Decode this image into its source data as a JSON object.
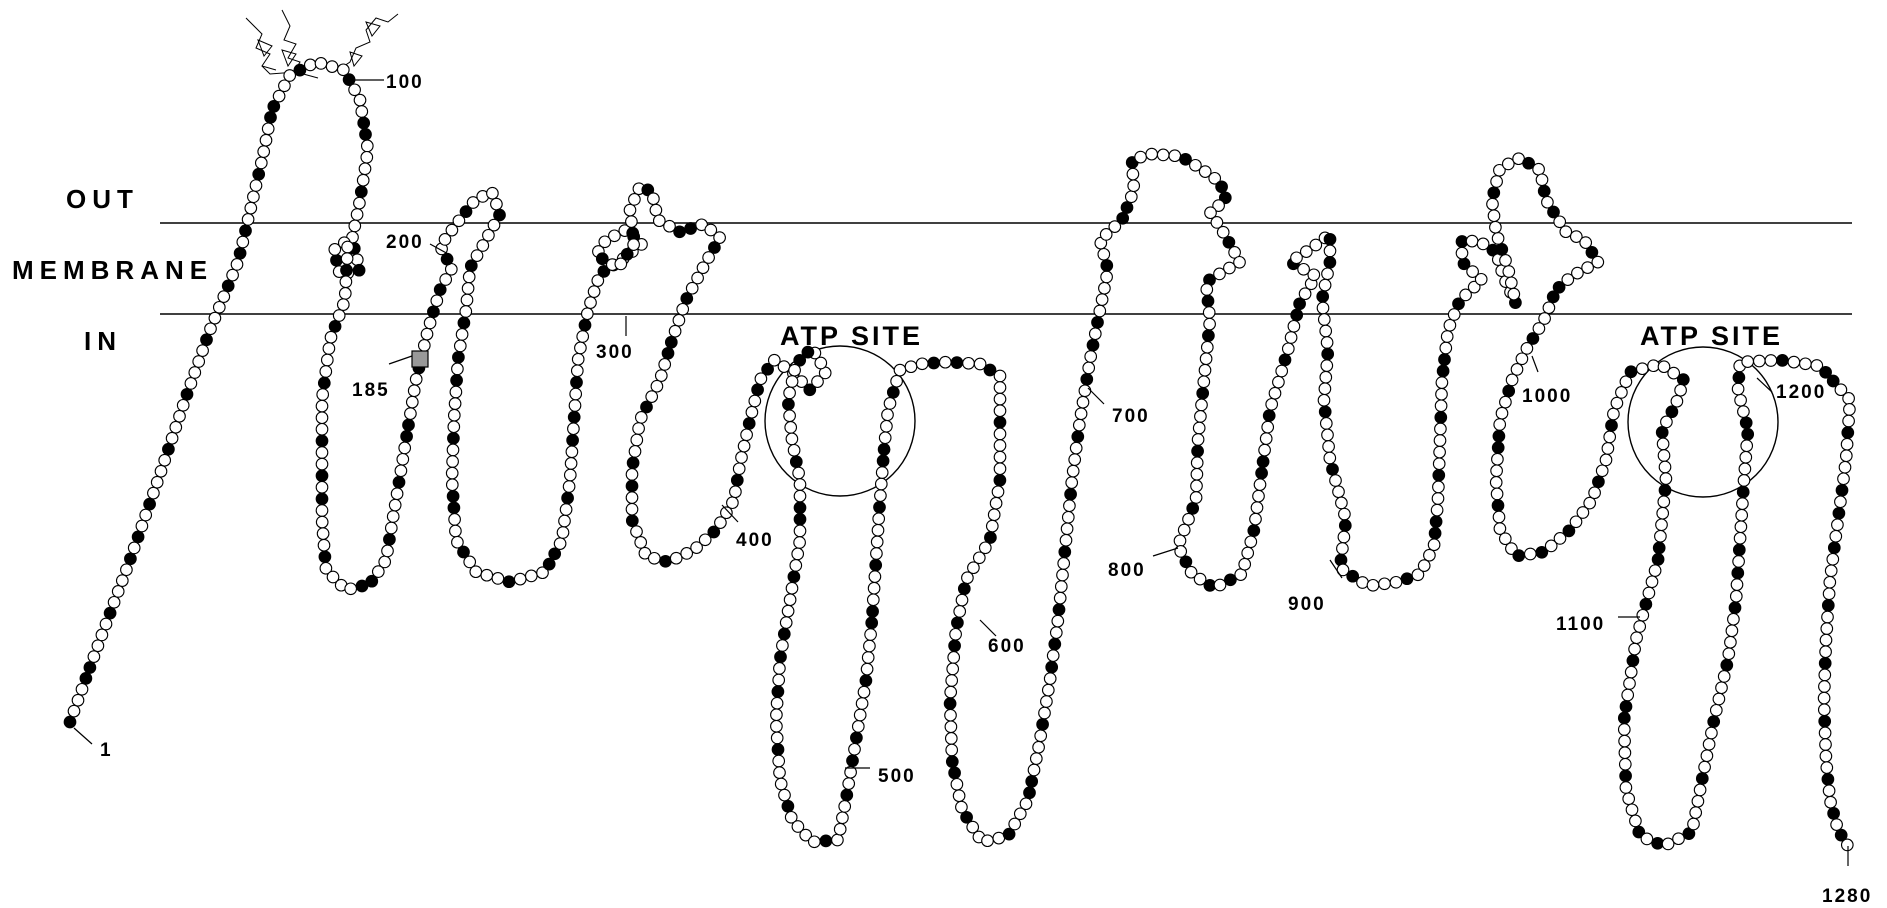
{
  "regions": {
    "out": "OUT",
    "membrane": "MEMBRANE",
    "in": "IN"
  },
  "atp_sites": [
    "ATP SITE",
    "ATP SITE"
  ],
  "residue_numbers": [
    "1",
    "100",
    "185",
    "200",
    "300",
    "400",
    "500",
    "600",
    "700",
    "800",
    "900",
    "1000",
    "1100",
    "1200",
    "1280"
  ],
  "colors": {
    "line": "#000000",
    "filled_residue": "#000000",
    "open_residue": "#ffffff",
    "marked_residue": "#999999"
  }
}
